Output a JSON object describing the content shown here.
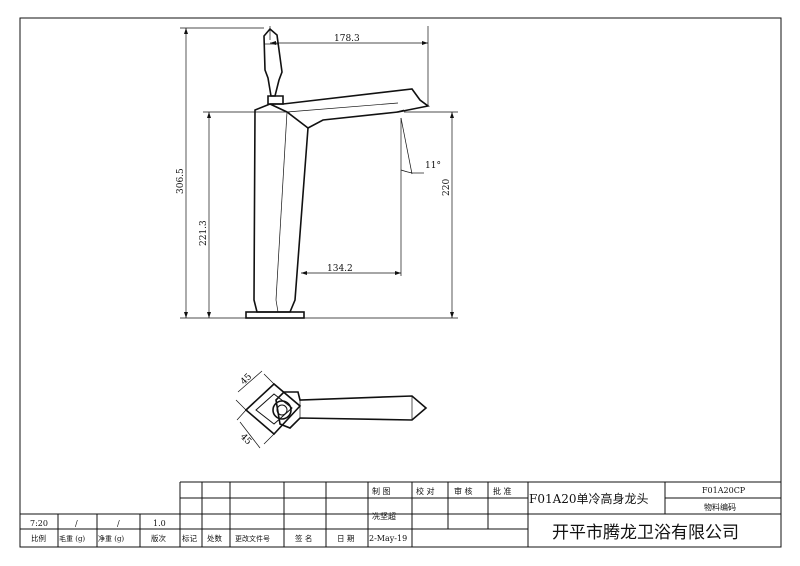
{
  "dimensions": {
    "width_top": "178.3",
    "spout_reach": "134.2",
    "total_height": "306.5",
    "body_height": "221.3",
    "spout_height": "220",
    "spout_angle": "11°",
    "plan_left_upper": "45",
    "plan_left_lower": "45"
  },
  "title_block": {
    "product_title": "F01A20单冷高身龙头",
    "part_code": "F01A20CP",
    "material_code_label": "物料编码",
    "company_name": "开平市腾龙卫浴有限公司",
    "role_labels": [
      "制 图",
      "校 对",
      "审 核",
      "批 准"
    ],
    "drafter": "冼坚超",
    "date": "2-May-19",
    "scale": "7:20",
    "gross_weight": "/",
    "net_weight": "/",
    "version": "1.0",
    "bottom_labels": [
      "比例",
      "毛重 (g)",
      "净重 (g)",
      "版次",
      "标记",
      "处数",
      "更改文件号",
      "签 名",
      "日 期"
    ]
  }
}
